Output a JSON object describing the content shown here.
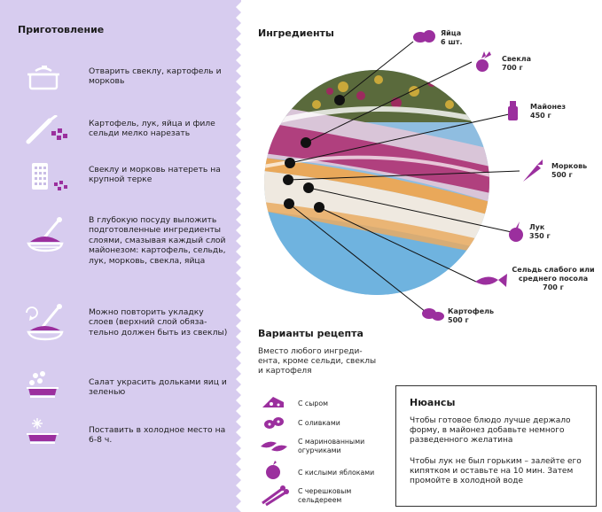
{
  "preparation": {
    "title": "Приготовление",
    "steps": [
      {
        "icon": "pot-icon",
        "text": "Отварить свеклу, картофель и морковь"
      },
      {
        "icon": "knife-icon",
        "text": "Картофель, лук, яйца и филе сельди мелко нарезать"
      },
      {
        "icon": "grater-icon",
        "text": "Свеклу и морковь натереть на крупной терке"
      },
      {
        "icon": "bowl-spoon-icon",
        "text": "В глубокую посуду выложить подготовленные ингредиенты слоями, смазывая каждый слой майонезом: картофель, сельдь, лук, морковь, свекла, яйца"
      },
      {
        "icon": "repeat-layer-icon",
        "text": "Можно повторить укладку слоев (верхний слой обяза-тельно должен быть из свеклы)"
      },
      {
        "icon": "garnish-bowl-icon",
        "text": "Салат украсить дольками яиц и зеленью"
      },
      {
        "icon": "fridge-bowl-icon",
        "text": "Поставить в холодное место на 6-8 ч."
      }
    ]
  },
  "ingredients": {
    "title": "Ингредиенты",
    "items": [
      {
        "icon": "eggs-icon",
        "name": "Яйца",
        "amount": "6 шт."
      },
      {
        "icon": "beet-icon",
        "name": "Свекла",
        "amount": "700 г"
      },
      {
        "icon": "mayonnaise-icon",
        "name": "Майонез",
        "amount": "450 г"
      },
      {
        "icon": "carrot-icon",
        "name": "Морковь",
        "amount": "500 г"
      },
      {
        "icon": "onion-icon",
        "name": "Лук",
        "amount": "350 г"
      },
      {
        "icon": "herring-icon",
        "name": "Сельдь слабого или среднего посола",
        "amount": "700 г"
      },
      {
        "icon": "potato-icon",
        "name": "Картофель",
        "amount": "500 г"
      }
    ]
  },
  "variants": {
    "title": "Варианты рецепта",
    "intro": "Вместо любого ингреди-ента, кроме сельди, свеклы и картофеля",
    "items": [
      {
        "icon": "cheese-icon",
        "text": "С сыром"
      },
      {
        "icon": "olives-icon",
        "text": "С оливками"
      },
      {
        "icon": "pickles-icon",
        "text": "С маринованными огурчиками"
      },
      {
        "icon": "apple-icon",
        "text": "С кислыми яблоками"
      },
      {
        "icon": "celery-icon",
        "text": "С черешковым сельдереем"
      }
    ]
  },
  "nuances": {
    "title": "Нюансы",
    "paragraphs": [
      "Чтобы готовое блюдо лучше держало форму, в майонез добавьте немного разведенного желатина",
      "Чтобы лук не был горьким – залейте его кипятком и оставьте на 10 мин. Затем промойте в холодной воде"
    ]
  },
  "colors": {
    "sidebar_bg": "#d7ccef",
    "accent": "#9b2f9e",
    "text": "#222222"
  }
}
